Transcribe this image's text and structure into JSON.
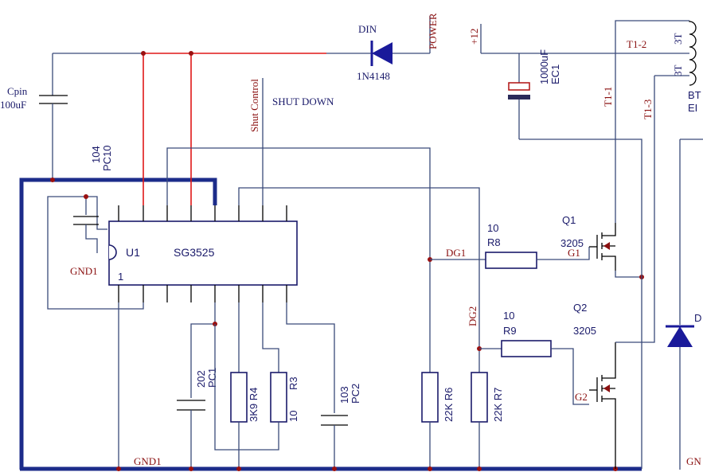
{
  "labels": {
    "din": "DIN",
    "din_part": "1N4148",
    "power": "POWER",
    "plus12": "+12",
    "ec1_value": "1000uF",
    "ec1": "EC1",
    "t12": "T1-2",
    "t11": "T1-1",
    "t13": "T1-3",
    "three_t_1": "3T",
    "three_t_2": "3T",
    "bt": "BT",
    "ei": "EI",
    "cpin": "Cpin",
    "cpin_value": "100uF",
    "pc10_value": "104",
    "pc10": "PC10",
    "shut_control": "Shut Control",
    "shut_down": "SHUT DOWN",
    "gnd1_left": "GND1",
    "u1": "U1",
    "sg3525": "SG3525",
    "pin1": "1",
    "dg1": "DG1",
    "r8_value": "10",
    "r8": "R8",
    "q1": "Q1",
    "q1_part": "3205",
    "g1": "G1",
    "dg2": "DG2",
    "r9_value": "10",
    "r9": "R9",
    "q2": "Q2",
    "q2_part": "3205",
    "g2": "G2",
    "d_right": "D",
    "pc1_value": "202",
    "pc1": "PC1",
    "r4": "3K9 R4",
    "r3_value": "10",
    "r3": "R3",
    "pc2_value": "103",
    "pc2": "PC2",
    "r6": "22K R6",
    "r7": "22K R7",
    "gnd1_bottom": "GND1",
    "gn_right": "GN"
  }
}
